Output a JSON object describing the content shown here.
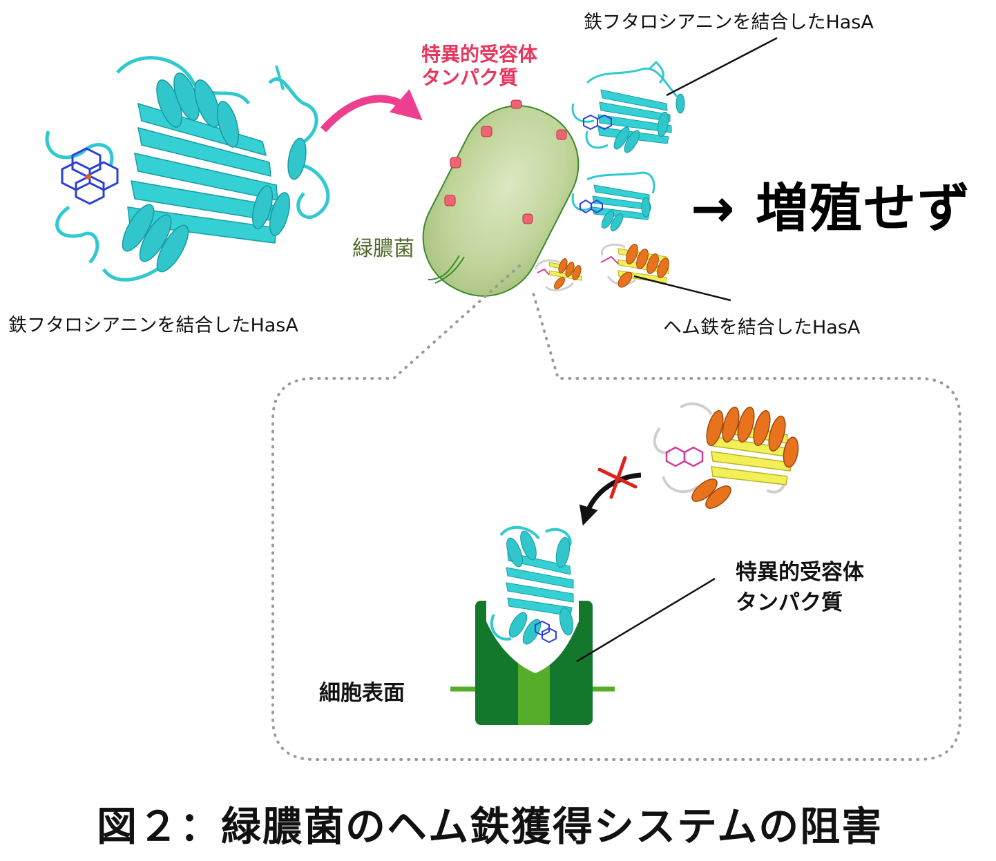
{
  "labels": {
    "hasa_fepc_left": "鉄フタロシアニンを結合したHasA",
    "hasa_fepc_top": "鉄フタロシアニンを結合したHasA",
    "receptor_top_line1": "特異的受容体",
    "receptor_top_line2": "タンパク質",
    "bacterium": "緑膿菌",
    "no_growth": "→ 増殖せず",
    "heme_hasa": "ヘム鉄を結合したHasA",
    "receptor_bottom_line1": "特異的受容体",
    "receptor_bottom_line2": "タンパク質",
    "cell_surface": "細胞表面",
    "figure_title": "図２：緑膿菌のヘム鉄獲得システムの阻害"
  },
  "colors": {
    "cyan_protein": "#2fc9cf",
    "orange_protein": "#e8731c",
    "yellow_sheet": "#f2ef58",
    "pink_arrow": "#ee3e8f",
    "bacterium_fill": "#c0d49a",
    "bacterium_stroke": "#3a8a2a",
    "receptor_dark": "#13782c",
    "receptor_light": "#56ad2a",
    "red_x": "#e0201c",
    "dotted_frame": "#9a9a9a"
  }
}
